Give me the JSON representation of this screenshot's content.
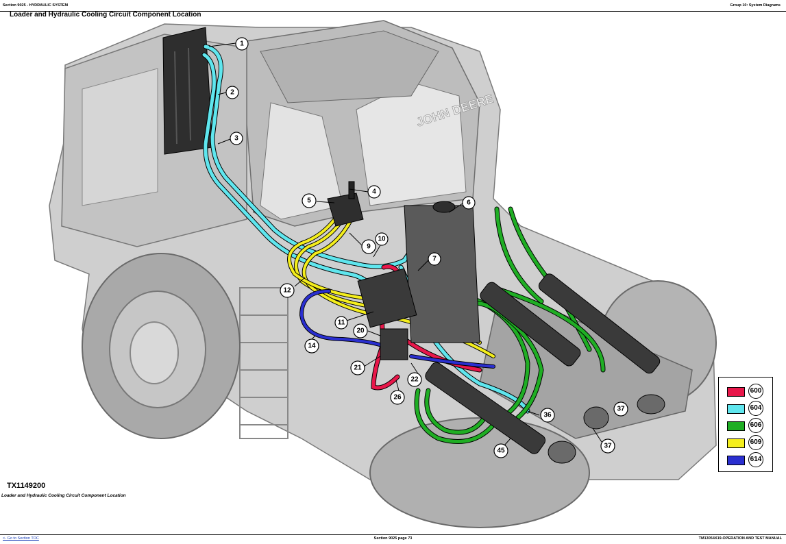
{
  "header": {
    "left": "Section 9025 - HYDRAULIC SYSTEM",
    "right": "Group 10: System Diagrams"
  },
  "title": "Loader and Hydraulic Cooling Circuit Component Location",
  "figure_id": "TX1149200",
  "caption": "Loader and Hydraulic Cooling Circuit Component Location",
  "footer": {
    "left": "<- Go to Section TOC",
    "center": "Section 9025 page 73",
    "right": "TM13054X19-OPERATION AND TEST MANUAL"
  },
  "callouts": [
    "1",
    "2",
    "3",
    "4",
    "5",
    "6",
    "7",
    "9",
    "10",
    "11",
    "12",
    "14",
    "20",
    "21",
    "22",
    "26",
    "36",
    "37",
    "37",
    "45"
  ],
  "legend": [
    {
      "code": "600",
      "color": "#e8174a"
    },
    {
      "code": "604",
      "color": "#5fe6ee"
    },
    {
      "code": "606",
      "color": "#1fae24"
    },
    {
      "code": "609",
      "color": "#f4ee1c"
    },
    {
      "code": "614",
      "color": "#2a2fd0"
    }
  ],
  "colors": {
    "machine_gray": "#c9c9c9",
    "machine_dark": "#8a8a8a",
    "component_dark": "#333333"
  }
}
